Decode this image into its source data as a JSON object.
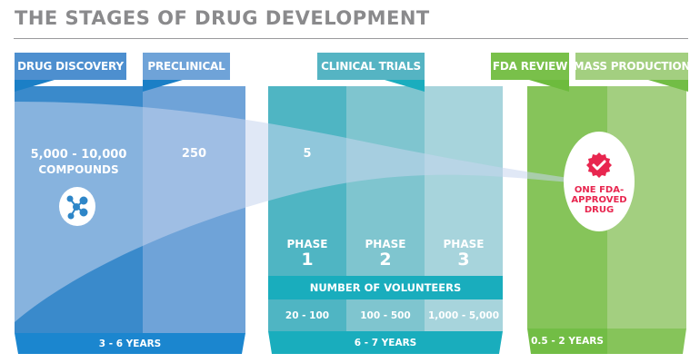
{
  "title": "THE STAGES OF DRUG DEVELOPMENT",
  "stages": [
    {
      "label": "DRUG DISCOVERY",
      "value": "5,000 - 10,000",
      "sub": "COMPOUNDS",
      "icon": "molecule-icon"
    },
    {
      "label": "PRECLINICAL",
      "value": "250"
    },
    {
      "label": "CLINICAL TRIALS",
      "value": "5"
    },
    {
      "label": "FDA REVIEW"
    },
    {
      "label": "MASS PRODUCTION"
    }
  ],
  "phases": [
    {
      "label": "PHASE",
      "number": "1",
      "volunteers": "20 - 100"
    },
    {
      "label": "PHASE",
      "number": "2",
      "volunteers": "100 - 500"
    },
    {
      "label": "PHASE",
      "number": "3",
      "volunteers": "1,000 - 5,000"
    }
  ],
  "volunteers_header": "NUMBER OF VOLUNTEERS",
  "durations": {
    "discovery_preclinical": "3 - 6 YEARS",
    "clinical": "6 - 7 YEARS",
    "fda_mass": "0.5 - 2 YEARS"
  },
  "result": {
    "line1": "ONE FDA-",
    "line2": "APPROVED",
    "line3": "DRUG",
    "icon": "approved-badge-icon"
  },
  "colors": {
    "blue_dark": "#3a8acb",
    "blue_light": "#6fa3d8",
    "blue_bar": "#1b86cf",
    "teal1": "#4fb5c3",
    "teal2": "#7fc5cf",
    "teal3": "#a7d4dc",
    "teal_bar": "#19adbd",
    "green_dark": "#86c45a",
    "green_light": "#a3cf80",
    "green_bar": "#72bd45",
    "badge_red": "#e8264f",
    "title_gray": "#8a8a8c"
  }
}
